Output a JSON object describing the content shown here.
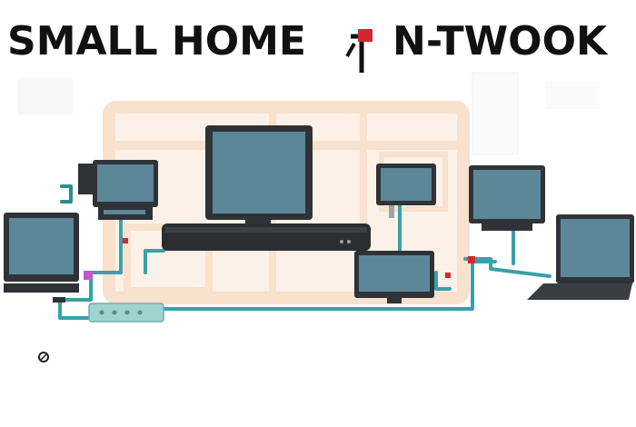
{
  "title": {
    "left_text": "SMALL HOME",
    "right_text": "N-TWOOK"
  },
  "colors": {
    "screen": "#5b8799",
    "bezel": "#2f3337",
    "cable": "#3aa0a8",
    "router": "#2b2e31",
    "power_strip": "#9ed3cf",
    "house_outline": "#f3c9a5",
    "accent_red": "#d0282e",
    "accent_magenta": "#c257c9",
    "text": "#111111"
  },
  "devices": [
    {
      "id": "left-monitor",
      "kind": "monitor-icon"
    },
    {
      "id": "desktop-pc",
      "kind": "desktop-computer-icon"
    },
    {
      "id": "center-monitor",
      "kind": "monitor-icon"
    },
    {
      "id": "router",
      "kind": "router-icon"
    },
    {
      "id": "small-monitor",
      "kind": "monitor-icon"
    },
    {
      "id": "right-monitor",
      "kind": "monitor-icon"
    },
    {
      "id": "laptop",
      "kind": "laptop-icon"
    },
    {
      "id": "bottom-monitor",
      "kind": "monitor-icon"
    },
    {
      "id": "power-strip",
      "kind": "power-strip-icon"
    }
  ]
}
